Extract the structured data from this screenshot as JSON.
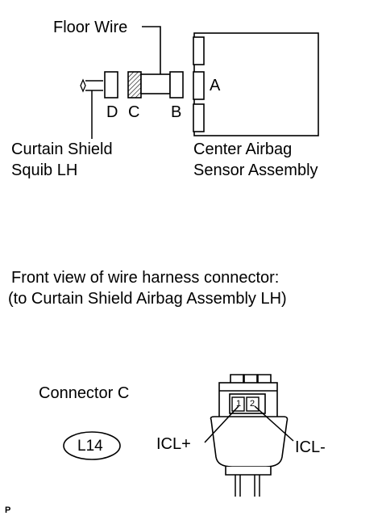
{
  "top_diagram": {
    "floor_wire": "Floor Wire",
    "connector_a": "A",
    "connector_b": "B",
    "connector_c": "C",
    "connector_d": "D",
    "squib_line1": "Curtain Shield",
    "squib_line2": "Squib LH",
    "sensor_line1": "Center Airbag",
    "sensor_line2": "Sensor Assembly"
  },
  "caption": {
    "line1": "Front view of wire harness connector:",
    "line2": "(to Curtain Shield Airbag Assembly LH)"
  },
  "connector_view": {
    "title": "Connector C",
    "code": "L14",
    "pin1": "1",
    "pin2": "2",
    "icl_plus": "ICL+",
    "icl_minus": "ICL-"
  },
  "corner_mark": "P"
}
